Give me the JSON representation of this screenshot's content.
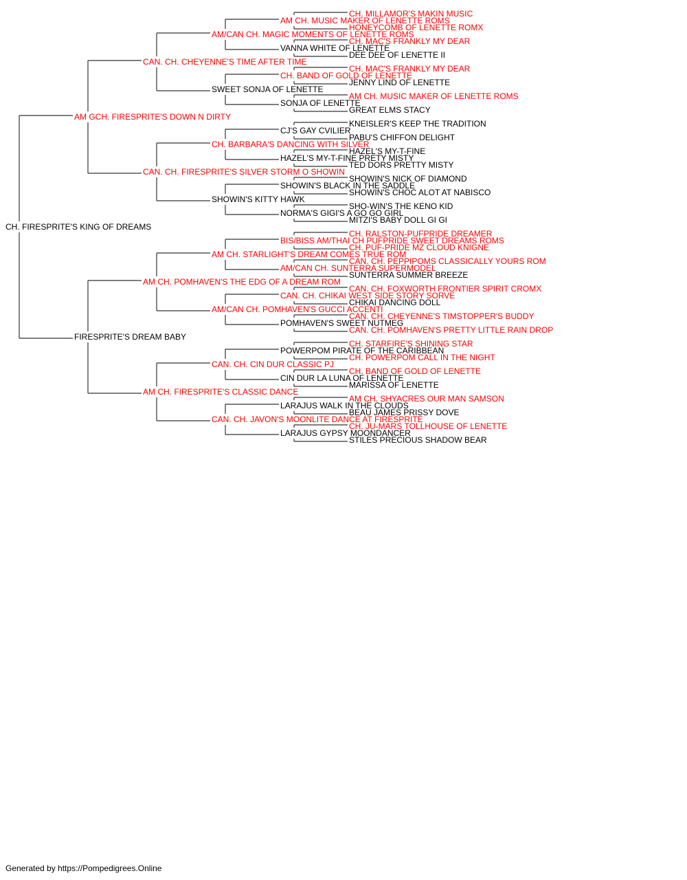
{
  "colors": {
    "champion": "#ff0000",
    "normal": "#000000",
    "line": "#333333"
  },
  "footer": "Generated by https://Pompedigrees.Online",
  "pedigree": {
    "name": "CH. FIRESPRITE'S KING OF DREAMS",
    "champion": false,
    "sire": {
      "name": "AM GCH. FIRESPRITE'S DOWN N DIRTY",
      "champion": true,
      "sire": {
        "name": "CAN. CH. CHEYENNE'S TIME AFTER TIME",
        "champion": true,
        "sire": {
          "name": "AM/CAN CH. MAGIC MOMENTS OF LENETTE ROMS",
          "champion": true,
          "sire": {
            "name": "AM CH. MUSIC MAKER OF LENETTE ROMS",
            "champion": true,
            "sire": {
              "name": "CH. MILLAMOR'S MAKIN MUSIC",
              "champion": true
            },
            "dam": {
              "name": "HONEYCOMB OF LENETTE ROMX",
              "champion": true
            }
          },
          "dam": {
            "name": "VANNA WHITE OF LENETTE",
            "champion": false,
            "sire": {
              "name": "CH. MAC'S FRANKLY MY DEAR",
              "champion": true
            },
            "dam": {
              "name": "DEE DEE OF LENETTE II",
              "champion": false
            }
          }
        },
        "dam": {
          "name": "SWEET SONJA OF LENETTE",
          "champion": false,
          "sire": {
            "name": "CH. BAND OF GOLD OF LENETTE",
            "champion": true,
            "sire": {
              "name": "CH. MAC'S FRANKLY MY DEAR",
              "champion": true
            },
            "dam": {
              "name": "JENNY LIND OF LENETTE",
              "champion": false
            }
          },
          "dam": {
            "name": "SONJA OF LENETTE",
            "champion": false,
            "sire": {
              "name": "AM CH. MUSIC MAKER OF LENETTE ROMS",
              "champion": true
            },
            "dam": {
              "name": "GREAT ELMS STACY",
              "champion": false
            }
          }
        }
      },
      "dam": {
        "name": "CAN. CH. FIRESPRITE'S SILVER STORM O SHOWIN",
        "champion": true,
        "sire": {
          "name": "CH. BARBARA'S DANCING WITH SILVER",
          "champion": true,
          "sire": {
            "name": "CJ'S GAY CVILIER",
            "champion": false,
            "sire": {
              "name": "KNEISLER'S KEEP THE TRADITION",
              "champion": false
            },
            "dam": {
              "name": "PABU'S CHIFFON DELIGHT",
              "champion": false
            }
          },
          "dam": {
            "name": "HAZEL'S MY-T-FINE PRETY MISTY",
            "champion": false,
            "sire": {
              "name": "HAZEL'S MY-T-FINE",
              "champion": false
            },
            "dam": {
              "name": "TED DORS PRETTY MISTY",
              "champion": false
            }
          }
        },
        "dam": {
          "name": "SHOWIN'S KITTY HAWK",
          "champion": false,
          "sire": {
            "name": "SHOWIN'S BLACK IN THE SADDLE",
            "champion": false,
            "sire": {
              "name": "SHOWIN'S NICK OF DIAMOND",
              "champion": false
            },
            "dam": {
              "name": "SHOWIN'S CHOC ALOT AT NABISCO",
              "champion": false
            }
          },
          "dam": {
            "name": "NORMA'S GIGI'S A GO GO GIRL",
            "champion": false,
            "sire": {
              "name": "SHO-WIN'S THE KENO KID",
              "champion": false
            },
            "dam": {
              "name": "MITZI'S BABY DOLL GI GI",
              "champion": false
            }
          }
        }
      }
    },
    "dam": {
      "name": "FIRESPRITE'S DREAM BABY",
      "champion": false,
      "sire": {
        "name": "AM CH. POMHAVEN'S THE EDG OF A DREAM ROM",
        "champion": true,
        "sire": {
          "name": "AM CH. STARLIGHT'S DREAM COMES TRUE ROM",
          "champion": true,
          "sire": {
            "name": "BIS/BISS AM/THAI CH PUFPRIDE SWEET DREAMS ROMS",
            "champion": true,
            "sire": {
              "name": "CH. RALSTON-PUFPRIDE DREAMER",
              "champion": true
            },
            "dam": {
              "name": "CH. PUF-PRIDE MZ CLOUD KNIGNE",
              "champion": true
            }
          },
          "dam": {
            "name": "AM/CAN CH. SUNTERRA SUPERMODEL",
            "champion": true,
            "sire": {
              "name": "CAN. CH. PEPPIPOMS CLASSICALLY YOURS ROM",
              "champion": true
            },
            "dam": {
              "name": "SUNTERRA SUMMER BREEZE",
              "champion": false
            }
          }
        },
        "dam": {
          "name": "AM/CAN CH. POMHAVEN'S GUCCI ACCENTI",
          "champion": true,
          "sire": {
            "name": "CAN. CH. CHIKAI WEST SIDE STORY SORVE",
            "champion": true,
            "sire": {
              "name": "CAN. CH. FOXWORTH FRONTIER SPIRIT CROMX",
              "champion": true
            },
            "dam": {
              "name": "CHIKAI DANCING DOLL",
              "champion": false
            }
          },
          "dam": {
            "name": "POMHAVEN'S SWEET NUTMEG",
            "champion": false,
            "sire": {
              "name": "CAN. CH. CHEYENNE'S TIMSTOPPER'S BUDDY",
              "champion": true
            },
            "dam": {
              "name": "CAN. CH. POMHAVEN'S PRETTY LITTLE RAIN DROP",
              "champion": true
            }
          }
        }
      },
      "dam": {
        "name": "AM CH. FIRESPRITE'S CLASSIC DANCE",
        "champion": true,
        "sire": {
          "name": "CAN. CH. CIN DUR CLASSIC PJ",
          "champion": true,
          "sire": {
            "name": "POWERPOM PIRATE OF THE CARIBBEAN",
            "champion": false,
            "sire": {
              "name": "CH. STARFIRE'S SHINING STAR",
              "champion": true
            },
            "dam": {
              "name": "CH. POWERPOM CALL IN THE NIGHT",
              "champion": true
            }
          },
          "dam": {
            "name": "CIN DUR LA LUNA OF LENETTE",
            "champion": false,
            "sire": {
              "name": "CH. BAND OF GOLD OF LENETTE",
              "champion": true
            },
            "dam": {
              "name": "MARISSA OF LENETTE",
              "champion": false
            }
          }
        },
        "dam": {
          "name": "CAN. CH. JAVON'S MOONLITE DANCE AT FIRESPRITE",
          "champion": true,
          "sire": {
            "name": "LARAJUS WALK IN THE CLOUDS",
            "champion": false,
            "sire": {
              "name": "AM CH. SHYACRES OUR MAN SAMSON",
              "champion": true
            },
            "dam": {
              "name": "BEAU JAMES PRISSY DOVE",
              "champion": false
            }
          },
          "dam": {
            "name": "LARAJUS GYPSY MOONDANCER",
            "champion": false,
            "sire": {
              "name": "CH. JU-MARS TOLLHOUSE OF LENETTE",
              "champion": true
            },
            "dam": {
              "name": "STILES PRECIOUS SHADOW BEAR",
              "champion": false
            }
          }
        }
      }
    }
  }
}
